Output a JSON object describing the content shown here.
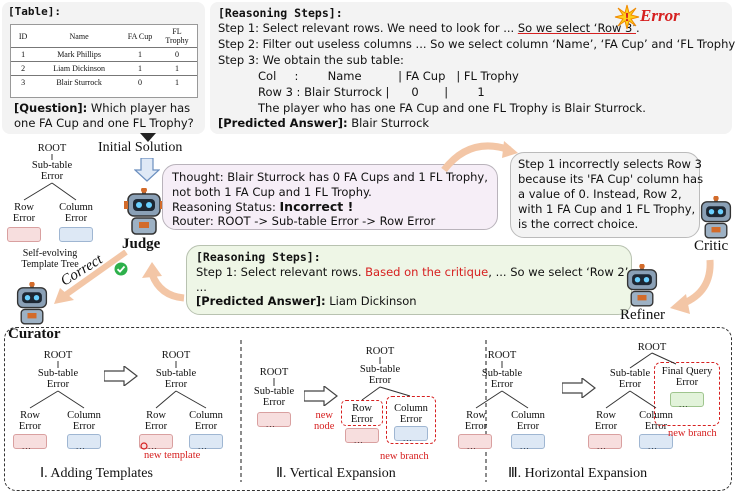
{
  "table_panel": {
    "label": "[Table]:",
    "headers": [
      "ID",
      "Name",
      "FA Cup",
      "FL Trophy"
    ],
    "rows": [
      [
        "1",
        "Mark Phillips",
        "1",
        "0"
      ],
      [
        "2",
        "Liam Dickinson",
        "1",
        "1"
      ],
      [
        "3",
        "Blair Sturrock",
        "0",
        "1"
      ]
    ],
    "question_label": "[Question]:",
    "question_text": " Which player has",
    "question_text2": "one FA Cup and one FL Trophy?"
  },
  "reasoning_panel": {
    "title": "[Reasoning Steps]:",
    "error_label": "Error",
    "step1a": "Step 1: Select relevant rows. We need to look for ... ",
    "step1b": "So we select ‘Row 3’",
    "step1c": ".",
    "step2": "Step 2: Filter out useless columns ... So we select column ‘Name’, ‘FA Cup’ and ‘FL Trophy’.",
    "step3": "Step 3: We obtain the sub table:",
    "col_line": "Col     :        Name          | FA Cup   | FL Trophy",
    "row3_line": "Row 3 : Blair Sturrock |      0       |        1",
    "conclusion": "The player who has one FA Cup and one FL Trophy is Blair Sturrock.",
    "answer_label": "[Predicted Answer]:",
    "answer_value": " Blair Sturrock"
  },
  "initial_solution_label": "Initial Solution",
  "template_tree": {
    "root": "ROOT",
    "sub": "Sub-table",
    "sub2": "Error",
    "row": "Row",
    "row2": "Error",
    "col": "Column",
    "col2": "Error",
    "caption1": "Self-evolving",
    "caption2": "Template Tree"
  },
  "judge_panel": {
    "thought1": "Thought: Blair Sturrock has 0 FA Cups and 1 FL Trophy,",
    "thought2": "not both 1 FA Cup and 1 FL Trophy.",
    "status_label": "Reasoning Status: ",
    "status_value": "Incorrect !",
    "router": "Router: ROOT -> Sub-table Error -> Row Error"
  },
  "critic_panel": {
    "l1": "Step 1 incorrectly selects Row 3",
    "l2": "because its 'FA Cup' column has",
    "l3": "a value of 0. Instead, Row 2,",
    "l4": "with 1 FA Cup and 1 FL Trophy,",
    "l5": "is the correct choice."
  },
  "refiner_panel": {
    "title": "[Reasoning Steps]:",
    "step1a": "Step 1: Select relevant rows. ",
    "step1b": "Based on the critique",
    "step1c": ", ... So we select ‘Row 2’.",
    "ellipsis": "...",
    "answer_label": "[Predicted Answer]:",
    "answer_value": " Liam Dickinson"
  },
  "agents": {
    "judge": "Judge",
    "critic": "Critic",
    "refiner": "Refiner",
    "curator": "Curator",
    "correct": "Correct"
  },
  "expansion": {
    "root": "ROOT",
    "sub": "Sub-table",
    "sub2": "Error",
    "row": "Row",
    "row2": "Error",
    "col": "Column",
    "col2": "Error",
    "ellipsis": "...",
    "new_template": "new template",
    "new_node1": "new",
    "new_node2": "node",
    "new_branch": "new branch",
    "final1": "Final Query",
    "final2": "Error",
    "label1": "Ⅰ. Adding Templates",
    "label2": "Ⅱ. Vertical Expansion",
    "label3": "Ⅲ. Horizontal Expansion"
  },
  "colors": {
    "error_red": "#d62020",
    "pill_red": "#f7dede",
    "pill_blue": "#dde8f5",
    "pill_green": "#e2f3da",
    "judge_bg": "#f6eef7",
    "refiner_bg": "#eef6e6",
    "panel_grey": "#f5f5f5"
  }
}
